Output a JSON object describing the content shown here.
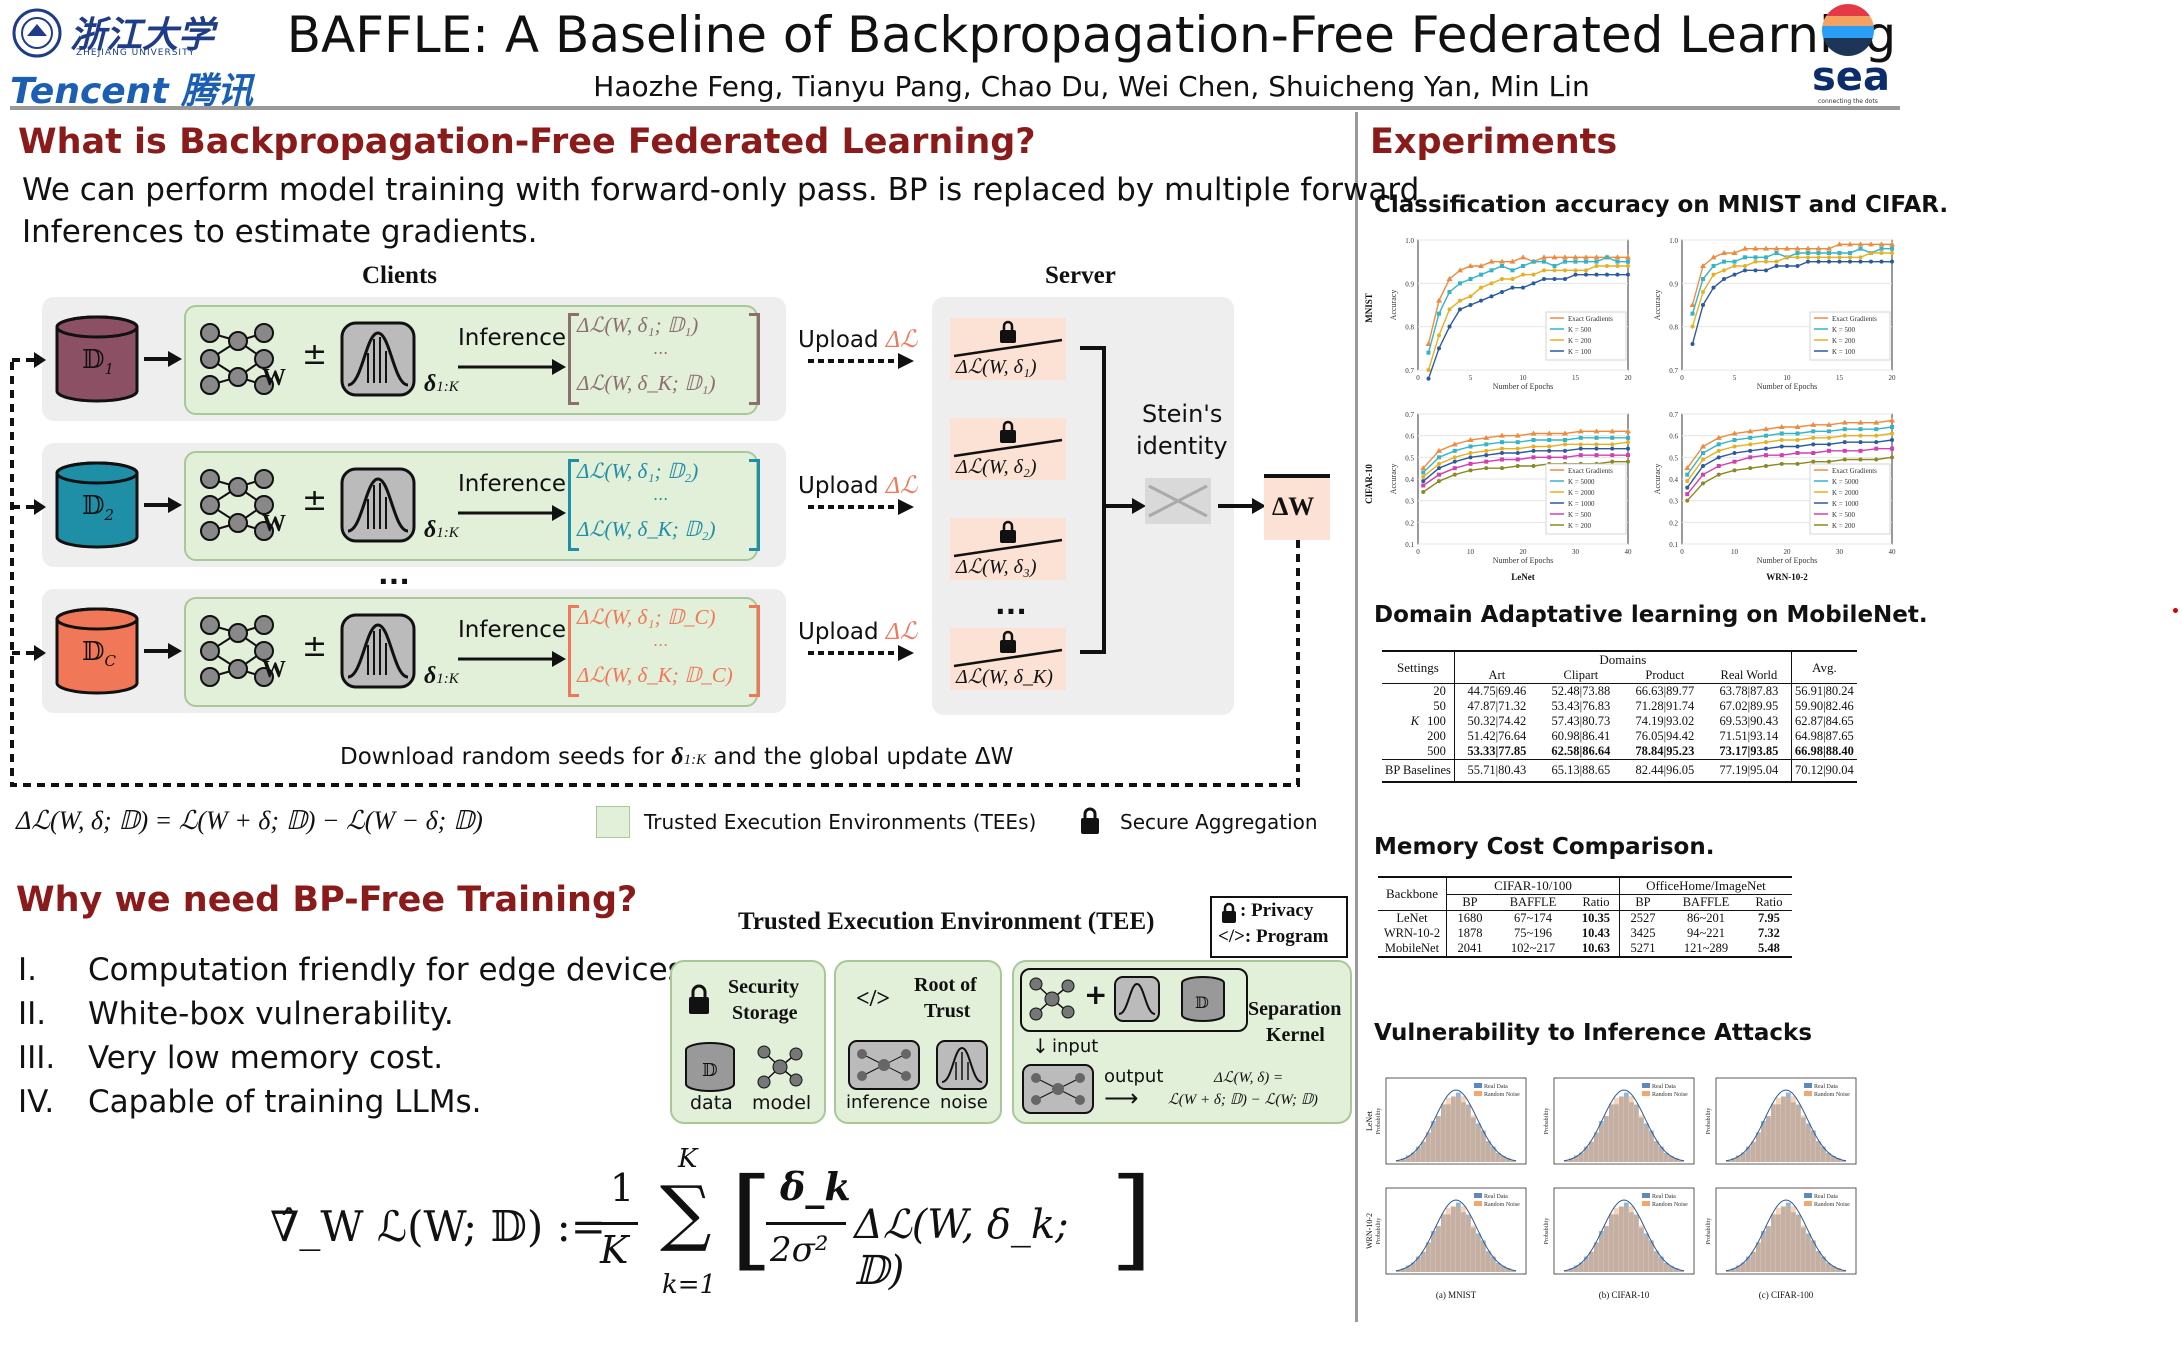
{
  "header": {
    "title": "BAFFLE: A Baseline of Backpropagation-Free Federated Learning",
    "authors": "Haozhe Feng, Tianyu Pang, Chao Du, Wei Chen, Shuicheng Yan, Min Lin",
    "logo_zju": "浙江大学",
    "logo_zju_sub": "ZHEJIANG UNIVERSITY",
    "logo_tencent": "Tencent 腾讯",
    "logo_sea": "sea",
    "logo_sea_sub": "connecting the dots"
  },
  "what": {
    "heading": "What is Backpropagation-Free Federated Learning?",
    "line1": "We can perform model training with forward-only pass. BP is replaced by multiple forward",
    "line2": "Inferences to estimate gradients."
  },
  "diagram": {
    "clients": "Clients",
    "server": "Server",
    "inference": "Inference",
    "upload": "Upload",
    "dots": "...",
    "steins": "Stein's",
    "identity": "identity",
    "delta_w": "ΔW",
    "download": "Download random seeds for",
    "download2": "and the global update ΔW",
    "clients_rows": [
      {
        "db": "𝔻",
        "sub": "1",
        "color": "#8c5064",
        "t1": "Δℒ(W, δ₁; 𝔻₁)",
        "t2": "Δℒ(W, δ_K; 𝔻₁)",
        "bcolor": "#8c6e6e"
      },
      {
        "db": "𝔻",
        "sub": "2",
        "color": "#1e8fa6",
        "t1": "Δℒ(W, δ₁; 𝔻₂)",
        "t2": "Δℒ(W, δ_K; 𝔻₂)",
        "bcolor": "#1e8fa6"
      },
      {
        "db": "𝔻",
        "sub": "C",
        "color": "#f07858",
        "t1": "Δℒ(W, δ₁; 𝔻_C)",
        "t2": "Δℒ(W, δ_K; 𝔻_C)",
        "bcolor": "#f07858"
      }
    ],
    "server_items": [
      "Δℒ(W, δ₁)",
      "Δℒ(W, δ₂)",
      "Δℒ(W, δ₃)",
      "Δℒ(W, δ_K)"
    ]
  },
  "legend": {
    "formula": "Δℒ(W, δ; 𝔻) = ℒ(W + δ; 𝔻) − ℒ(W − δ; 𝔻)",
    "tee": "Trusted Execution Environments (TEEs)",
    "secure": "Secure Aggregation"
  },
  "why": {
    "heading": "Why we need BP-Free Training?",
    "items": [
      {
        "num": "I.",
        "text": "Computation friendly for edge devices."
      },
      {
        "num": "II.",
        "text": "White-box vulnerability."
      },
      {
        "num": "III.",
        "text": "Very low memory cost."
      },
      {
        "num": "IV.",
        "text": "Capable of training LLMs."
      }
    ]
  },
  "tee": {
    "title": "Trusted Execution Environment (TEE)",
    "privacy": ": Privacy",
    "program": "</>: Program",
    "security": "Security",
    "storage": "Storage",
    "data": "data",
    "model": "model",
    "root": "Root of",
    "trust": "Trust",
    "inference": "inference",
    "noise": "noise",
    "separation": "Separation",
    "kernel": "Kernel",
    "input": "input",
    "output": "output",
    "out_f1": "Δℒ(W, δ) =",
    "out_f2": "ℒ(W + δ; 𝔻) − ℒ(W; 𝔻)"
  },
  "bigformula": {
    "lhs": "∇̂_W ℒ(W; 𝔻) :=",
    "frac_num": "1",
    "frac_den": "K",
    "sum_top": "K",
    "sum_bot": "k=1",
    "in_num": "δ_k",
    "in_den": "2σ²",
    "in_rest": "Δℒ(W, δ_k; 𝔻)"
  },
  "experiments": {
    "heading": "Experiments",
    "cls_title": "Classification accuracy on MNIST and CIFAR.",
    "da_title": "Domain Adaptative learning  on MobileNet.",
    "mem_title": "Memory Cost Comparison.",
    "vul_title": "Vulnerability to Inference Attacks",
    "plot_labels": {
      "mnist": "MNIST",
      "cifar": "CIFAR-10",
      "lenet": "LeNet",
      "wrn": "WRN-10-2",
      "xlabel": "Number of Epochs",
      "ylabel": "Accuracy",
      "leg_mnist": [
        "Exact Gradients",
        "K = 500",
        "K = 200",
        "K = 100"
      ],
      "leg_cifar": [
        "Exact Gradients",
        "K = 5000",
        "K = 2000",
        "K = 1000",
        "K = 500",
        "K = 200"
      ]
    },
    "da_table": {
      "header": [
        "Settings",
        "Domains",
        "Avg."
      ],
      "domains": [
        "Art",
        "Clipart",
        "Product",
        "Real World"
      ],
      "k_label": "K",
      "rows": [
        [
          "20",
          "44.75|69.46",
          "52.48|73.88",
          "66.63|89.77",
          "63.78|87.83",
          "56.91|80.24"
        ],
        [
          "50",
          "47.87|71.32",
          "53.43|76.83",
          "71.28|91.74",
          "67.02|89.95",
          "59.90|82.46"
        ],
        [
          "100",
          "50.32|74.42",
          "57.43|80.73",
          "74.19|93.02",
          "69.53|90.43",
          "62.87|84.65"
        ],
        [
          "200",
          "51.42|76.64",
          "60.98|86.41",
          "76.05|94.42",
          "71.51|93.14",
          "64.98|87.65"
        ],
        [
          "500",
          "53.33|77.85",
          "62.58|86.64",
          "78.84|95.23",
          "73.17|93.85",
          "66.98|88.40"
        ]
      ],
      "bp": [
        "BP Baselines",
        "55.71|80.43",
        "65.13|88.65",
        "82.44|96.05",
        "77.19|95.04",
        "70.12|90.04"
      ]
    },
    "mem_table": {
      "backbone": "Backbone",
      "g1": "CIFAR-10/100",
      "g2": "OfficeHome/ImageNet",
      "cols": [
        "BP",
        "BAFFLE",
        "Ratio",
        "BP",
        "BAFFLE",
        "Ratio"
      ],
      "rows": [
        [
          "LeNet",
          "1680",
          "67~174",
          "10.35",
          "2527",
          "86~201",
          "7.95"
        ],
        [
          "WRN-10-2",
          "1878",
          "75~196",
          "10.43",
          "3425",
          "94~221",
          "7.32"
        ],
        [
          "MobileNet",
          "2041",
          "102~217",
          "10.63",
          "5271",
          "121~289",
          "5.48"
        ]
      ]
    },
    "hist": {
      "row_labels": [
        "LeNet",
        "WRN-10-2"
      ],
      "legend": [
        "Real Data",
        "Random Noise"
      ],
      "ylabel": "Probability",
      "captions": [
        "(a) MNIST",
        "(b) CIFAR-10",
        "(c) CIFAR-100"
      ]
    }
  },
  "chart_data": [
    {
      "type": "line",
      "title": "",
      "xlabel": "Number of Epochs",
      "ylabel": "Accuracy",
      "ylim": [
        0.7,
        1.0
      ],
      "xlim": [
        0,
        20
      ],
      "x": [
        1,
        2,
        3,
        4,
        5,
        6,
        7,
        8,
        9,
        10,
        11,
        12,
        13,
        14,
        15,
        16,
        17,
        18,
        19,
        20
      ],
      "series": [
        {
          "name": "Exact Gradients",
          "values": [
            0.76,
            0.86,
            0.91,
            0.93,
            0.94,
            0.94,
            0.95,
            0.95,
            0.95,
            0.96,
            0.95,
            0.96,
            0.96,
            0.96,
            0.96,
            0.96,
            0.96,
            0.96,
            0.96,
            0.96
          ]
        },
        {
          "name": "K = 500",
          "values": [
            0.74,
            0.83,
            0.88,
            0.9,
            0.91,
            0.92,
            0.93,
            0.94,
            0.93,
            0.94,
            0.95,
            0.95,
            0.94,
            0.95,
            0.95,
            0.95,
            0.95,
            0.96,
            0.95,
            0.95
          ]
        },
        {
          "name": "K = 200",
          "values": [
            0.7,
            0.78,
            0.84,
            0.86,
            0.87,
            0.89,
            0.9,
            0.91,
            0.91,
            0.92,
            0.92,
            0.93,
            0.93,
            0.93,
            0.93,
            0.93,
            0.94,
            0.94,
            0.94,
            0.94
          ]
        },
        {
          "name": "K = 100",
          "values": [
            0.68,
            0.75,
            0.8,
            0.84,
            0.85,
            0.86,
            0.87,
            0.88,
            0.89,
            0.89,
            0.9,
            0.91,
            0.91,
            0.91,
            0.92,
            0.92,
            0.92,
            0.92,
            0.92,
            0.92
          ]
        }
      ]
    },
    {
      "type": "line",
      "title": "",
      "xlabel": "Number of Epochs",
      "ylabel": "Accuracy",
      "ylim": [
        0.7,
        1.0
      ],
      "xlim": [
        0,
        20
      ],
      "x": [
        1,
        2,
        3,
        4,
        5,
        6,
        7,
        8,
        9,
        10,
        11,
        12,
        13,
        14,
        15,
        16,
        17,
        18,
        19,
        20
      ],
      "series": [
        {
          "name": "Exact Gradients",
          "values": [
            0.85,
            0.94,
            0.96,
            0.97,
            0.97,
            0.98,
            0.98,
            0.98,
            0.98,
            0.98,
            0.98,
            0.98,
            0.98,
            0.98,
            0.99,
            0.99,
            0.99,
            0.99,
            0.99,
            0.99
          ]
        },
        {
          "name": "K = 500",
          "values": [
            0.83,
            0.91,
            0.94,
            0.95,
            0.95,
            0.96,
            0.96,
            0.96,
            0.97,
            0.96,
            0.97,
            0.97,
            0.97,
            0.97,
            0.97,
            0.97,
            0.98,
            0.97,
            0.98,
            0.98
          ]
        },
        {
          "name": "K = 200",
          "values": [
            0.8,
            0.88,
            0.92,
            0.93,
            0.94,
            0.94,
            0.95,
            0.95,
            0.95,
            0.96,
            0.96,
            0.96,
            0.96,
            0.96,
            0.96,
            0.96,
            0.96,
            0.97,
            0.97,
            0.97
          ]
        },
        {
          "name": "K = 100",
          "values": [
            0.76,
            0.85,
            0.89,
            0.91,
            0.92,
            0.93,
            0.93,
            0.93,
            0.94,
            0.94,
            0.94,
            0.95,
            0.95,
            0.95,
            0.95,
            0.95,
            0.95,
            0.95,
            0.95,
            0.95
          ]
        }
      ]
    },
    {
      "type": "line",
      "title": "",
      "xlabel": "Number of Epochs",
      "ylabel": "Accuracy",
      "ylim": [
        0.1,
        0.7
      ],
      "xlim": [
        0,
        40
      ],
      "x": [
        1,
        4,
        7,
        10,
        13,
        16,
        19,
        22,
        25,
        28,
        31,
        34,
        37,
        40
      ],
      "series": [
        {
          "name": "Exact Gradients",
          "values": [
            0.45,
            0.53,
            0.56,
            0.58,
            0.59,
            0.6,
            0.6,
            0.61,
            0.61,
            0.61,
            0.62,
            0.62,
            0.62,
            0.62
          ]
        },
        {
          "name": "K = 5000",
          "values": [
            0.43,
            0.5,
            0.53,
            0.55,
            0.56,
            0.57,
            0.57,
            0.58,
            0.58,
            0.58,
            0.59,
            0.59,
            0.59,
            0.59
          ]
        },
        {
          "name": "K = 2000",
          "values": [
            0.41,
            0.47,
            0.5,
            0.52,
            0.53,
            0.54,
            0.54,
            0.55,
            0.55,
            0.56,
            0.56,
            0.56,
            0.56,
            0.57
          ]
        },
        {
          "name": "K = 1000",
          "values": [
            0.39,
            0.45,
            0.48,
            0.5,
            0.51,
            0.52,
            0.52,
            0.53,
            0.53,
            0.53,
            0.54,
            0.54,
            0.54,
            0.54
          ]
        },
        {
          "name": "K = 500",
          "values": [
            0.37,
            0.42,
            0.45,
            0.47,
            0.48,
            0.49,
            0.49,
            0.5,
            0.5,
            0.5,
            0.51,
            0.51,
            0.51,
            0.51
          ]
        },
        {
          "name": "K = 200",
          "values": [
            0.34,
            0.39,
            0.42,
            0.44,
            0.45,
            0.45,
            0.46,
            0.46,
            0.47,
            0.47,
            0.47,
            0.47,
            0.48,
            0.48
          ]
        }
      ]
    },
    {
      "type": "line",
      "title": "",
      "xlabel": "Number of Epochs",
      "ylabel": "Accuracy",
      "ylim": [
        0.1,
        0.7
      ],
      "xlim": [
        0,
        40
      ],
      "x": [
        1,
        4,
        7,
        10,
        13,
        16,
        19,
        22,
        25,
        28,
        31,
        34,
        37,
        40
      ],
      "series": [
        {
          "name": "Exact Gradients",
          "values": [
            0.45,
            0.55,
            0.59,
            0.61,
            0.62,
            0.63,
            0.64,
            0.64,
            0.65,
            0.65,
            0.66,
            0.66,
            0.66,
            0.67
          ]
        },
        {
          "name": "K = 5000",
          "values": [
            0.42,
            0.52,
            0.56,
            0.58,
            0.59,
            0.6,
            0.61,
            0.61,
            0.62,
            0.62,
            0.63,
            0.63,
            0.63,
            0.64
          ]
        },
        {
          "name": "K = 2000",
          "values": [
            0.39,
            0.49,
            0.53,
            0.55,
            0.56,
            0.57,
            0.58,
            0.58,
            0.59,
            0.59,
            0.6,
            0.6,
            0.6,
            0.61
          ]
        },
        {
          "name": "K = 1000",
          "values": [
            0.36,
            0.46,
            0.5,
            0.52,
            0.53,
            0.54,
            0.55,
            0.55,
            0.56,
            0.56,
            0.57,
            0.57,
            0.57,
            0.58
          ]
        },
        {
          "name": "K = 500",
          "values": [
            0.33,
            0.42,
            0.46,
            0.48,
            0.5,
            0.51,
            0.51,
            0.52,
            0.52,
            0.53,
            0.53,
            0.53,
            0.54,
            0.54
          ]
        },
        {
          "name": "K = 200",
          "values": [
            0.3,
            0.38,
            0.42,
            0.44,
            0.45,
            0.46,
            0.47,
            0.47,
            0.48,
            0.48,
            0.49,
            0.49,
            0.49,
            0.5
          ]
        }
      ]
    }
  ],
  "colors": {
    "accent": "#8b1a1a",
    "green": "#e2efd9",
    "orange": "#f07858",
    "teal": "#1e8fa6",
    "maroon": "#8c5064",
    "series": [
      "#f08a3c",
      "#33b5c9",
      "#e8b020",
      "#2a5aa0",
      "#d040b0",
      "#8a8a20"
    ]
  }
}
